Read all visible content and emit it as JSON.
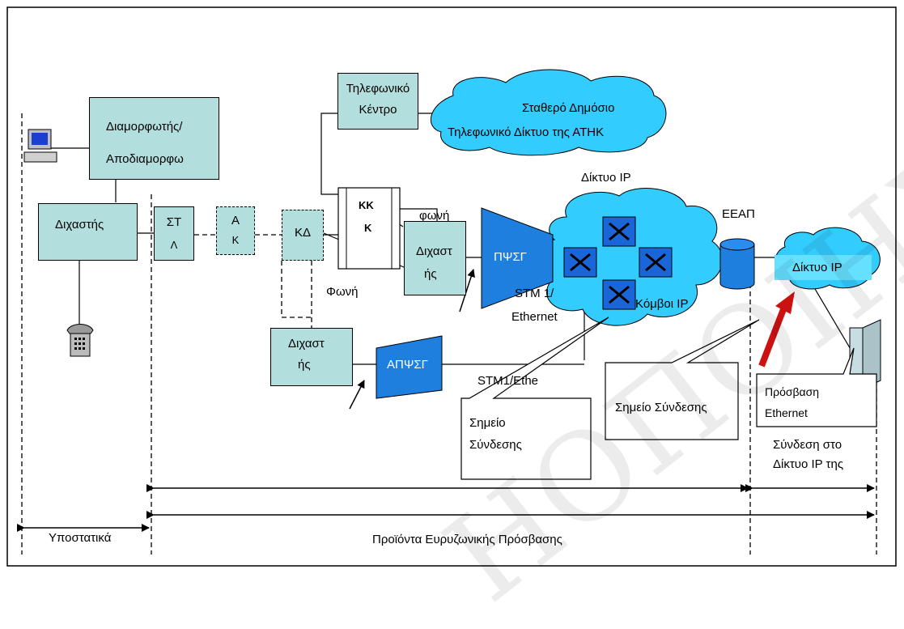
{
  "labels": {
    "modem_1": "Διαμορφωτής/",
    "modem_2": "Αποδιαμορφω",
    "splitter_left": "Διχαστής",
    "st_1": "ΣΤ",
    "st_2": "Λ",
    "ak_1": "Α",
    "ak_2": "Κ",
    "kd": "ΚΔ",
    "phone_center_1": "Τηλεφωνικό",
    "phone_center_2": "Κέντρο",
    "pstn_1": "Σταθερό Δημόσιο",
    "pstn_2": "Τηλεφωνικό Δίκτυο της ΑΤΗΚ",
    "kkk_1": "ΚΚ",
    "kkk_2": "Κ",
    "voice_lower": "φωνή",
    "voice_upper": "Φωνή",
    "splitter_mid_1": "Διχαστ",
    "splitter_mid_2": "ής",
    "splitter_bottom_1": "Διχαστ",
    "splitter_bottom_2": "ής",
    "dslam": "ΠΨΣΓ",
    "adslam": "ΑΠΨΣΓ",
    "ip_network_top": "Δίκτυο IP",
    "stm1_1": "STM 1/",
    "stm1_2": "Ethernet",
    "ip_node": "Κόμβοι IP",
    "stm1_bottom": "STM1/Ethe",
    "eeap": "ΕΕΑΠ",
    "ip_network_right": "Δίκτυο IP",
    "connection_point_right": "Σημείο Σύνδεσης",
    "connection_point_1": "Σημείο",
    "connection_point_2": "Σύνδεσης",
    "eth_access_1": "Πρόσβαση",
    "eth_access_2": "Ethernet",
    "ip_connect_1": "Σύνδεση στο",
    "ip_connect_2": "Δίκτυο IP της",
    "infra": "Υποστατικά",
    "products": "Προϊόντα Ευρυζωνικής Πρόσβασης",
    "watermark": "ΗΟΠΟΙΗΣΗ"
  },
  "colors": {
    "box_fill": "#b3dede",
    "cloud_fill": "#33ccff",
    "dslam_fill": "#1f7fdf",
    "ip_cloud_label_fill": "#66e0ff",
    "arrow_red": "#cc1111",
    "router_fill": "#1a66d9"
  },
  "icons": [
    "computer-icon",
    "telephone-icon",
    "router-icon",
    "server-icon",
    "database-icon"
  ]
}
